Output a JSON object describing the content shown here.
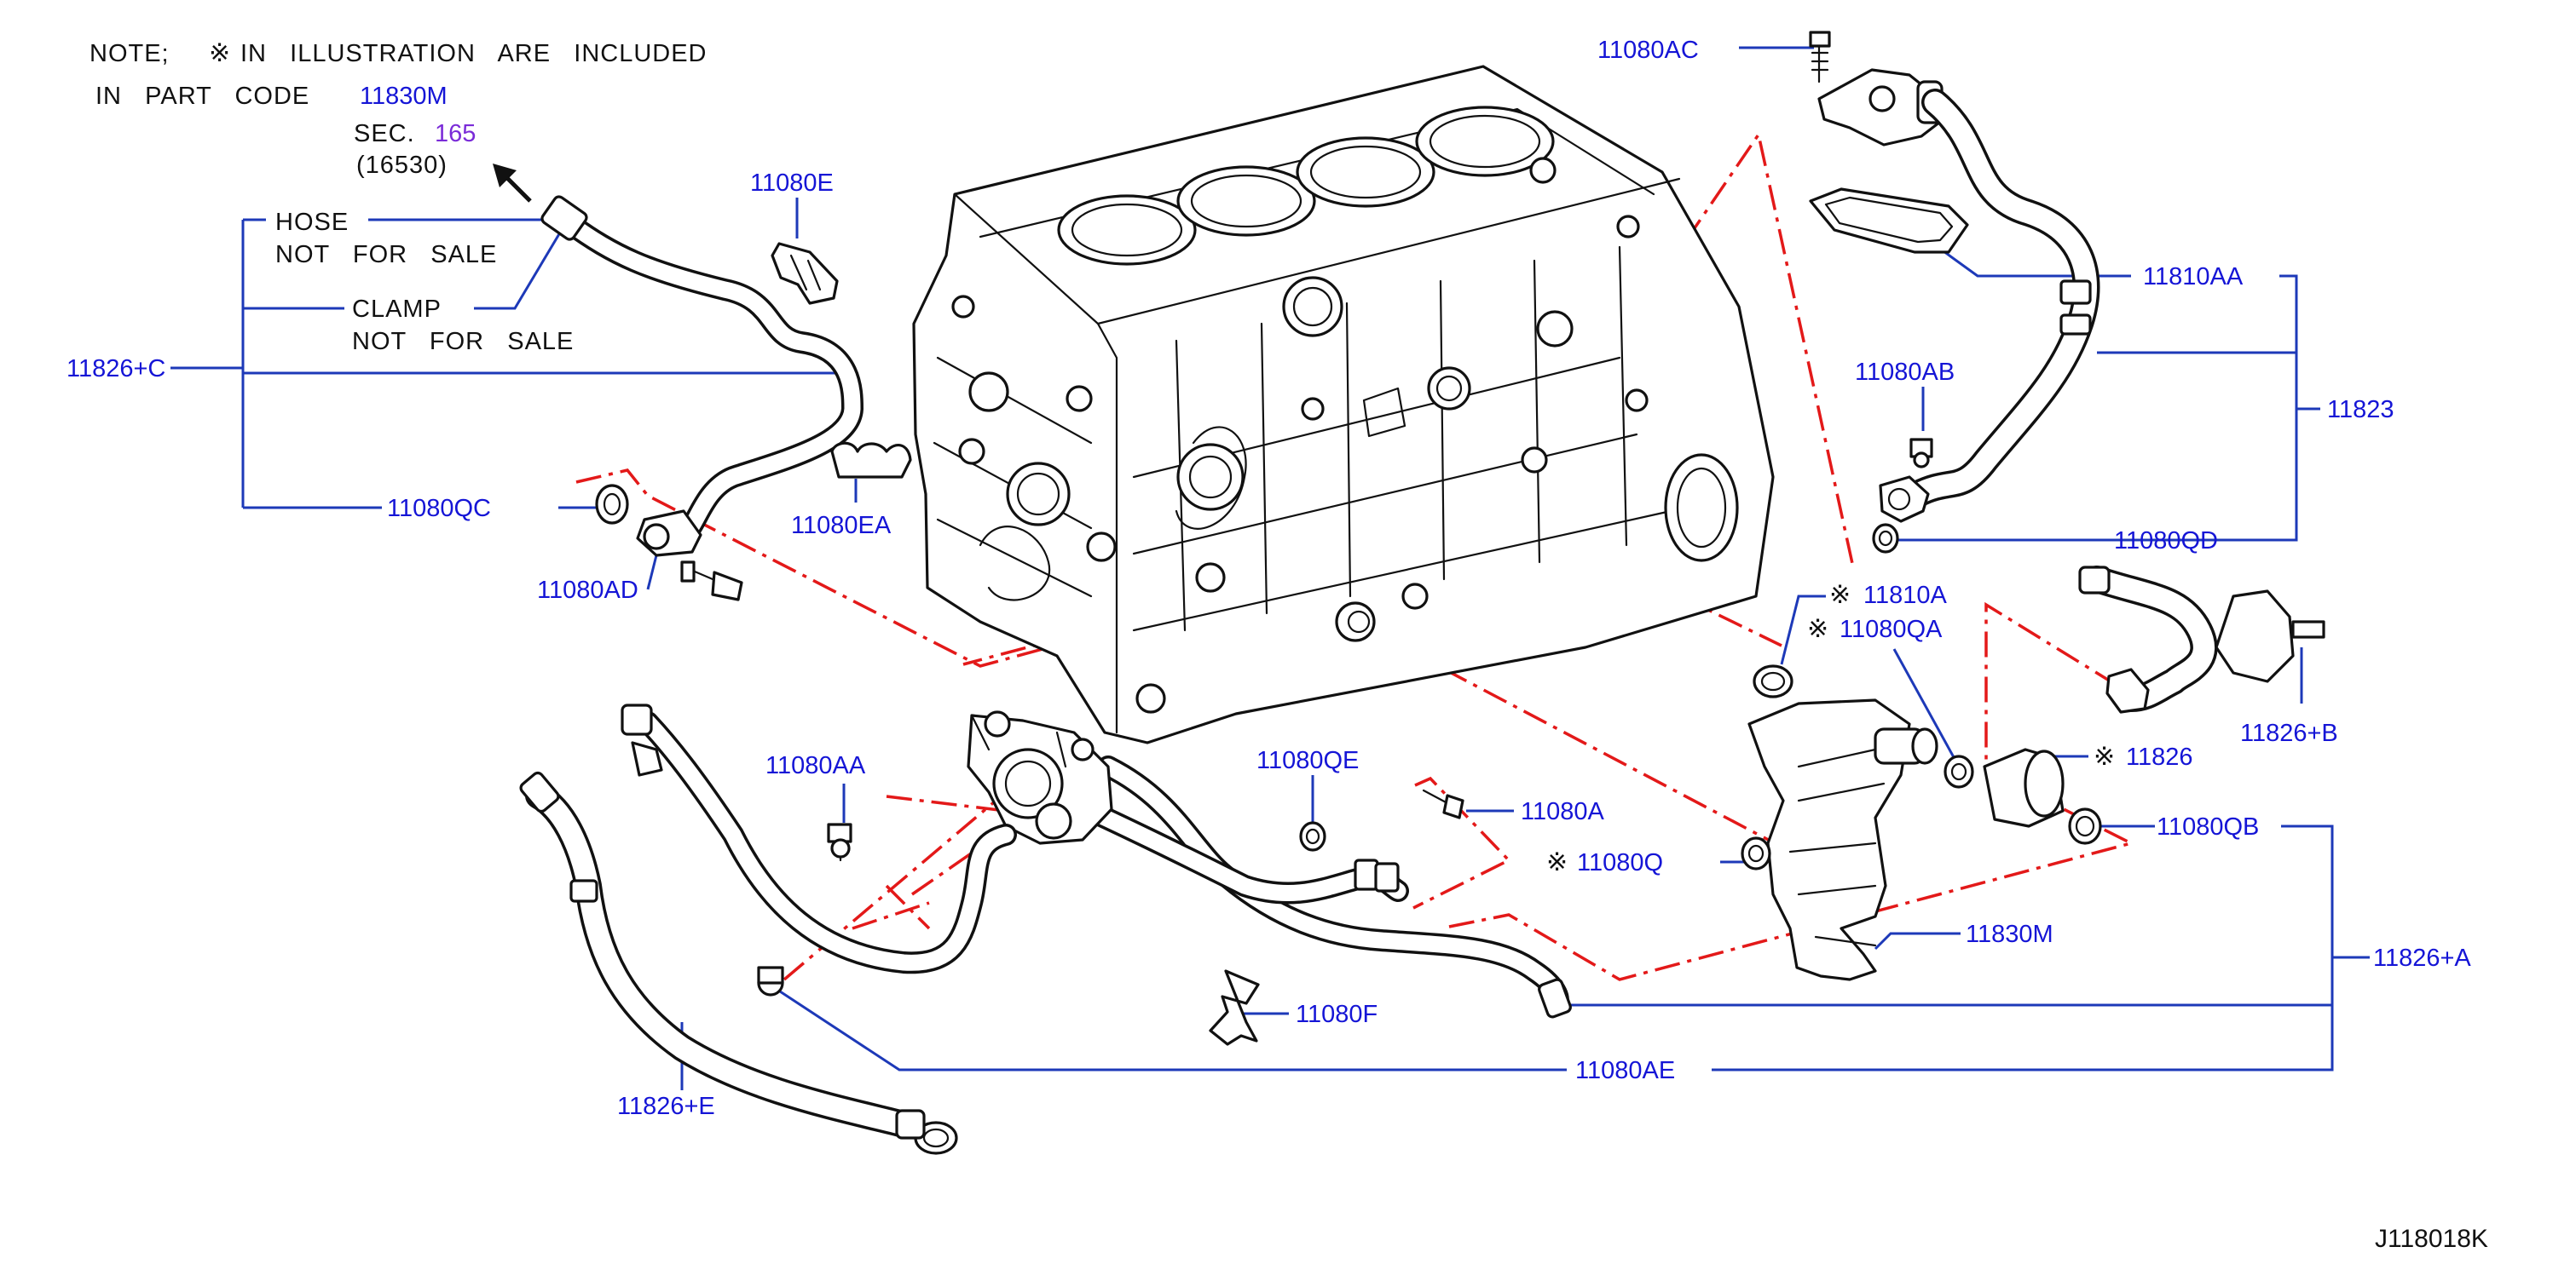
{
  "note": {
    "line1_prefix": "NOTE;",
    "symbol": "※",
    "line1_rest": "IN   ILLUSTRATION   ARE   INCLUDED",
    "line2_prefix": "IN   PART   CODE",
    "line2_code": "11830M"
  },
  "section_ref": {
    "sec": "SEC.",
    "num": "165",
    "sub": "(16530)"
  },
  "hose_note": {
    "line1": "HOSE",
    "line2": "NOT   FOR   SALE"
  },
  "clamp_note": {
    "line1": "CLAMP",
    "line2": "NOT   FOR   SALE"
  },
  "diagram_id": "J118018K",
  "labels": {
    "p11080E": "11080E",
    "p11826C": "11826+C",
    "p11080QC": "11080QC",
    "p11080EA": "11080EA",
    "p11080AD": "11080AD",
    "p11080AA": "11080AA",
    "p11826E": "11826+E",
    "p11080QE": "11080QE",
    "p11080A": "11080A",
    "p11080Q": "11080Q",
    "p11080F": "11080F",
    "p11080AE": "11080AE",
    "p11080AC": "11080AC",
    "p11810AA": "11810AA",
    "p11823": "11823",
    "p11080AB": "11080AB",
    "p11080QD": "11080QD",
    "p11810A": "11810A",
    "p11080QA": "11080QA",
    "p11826B": "11826+B",
    "p11826": "11826",
    "p11080QB": "11080QB",
    "p11830M": "11830M",
    "p11826A": "11826+A"
  }
}
